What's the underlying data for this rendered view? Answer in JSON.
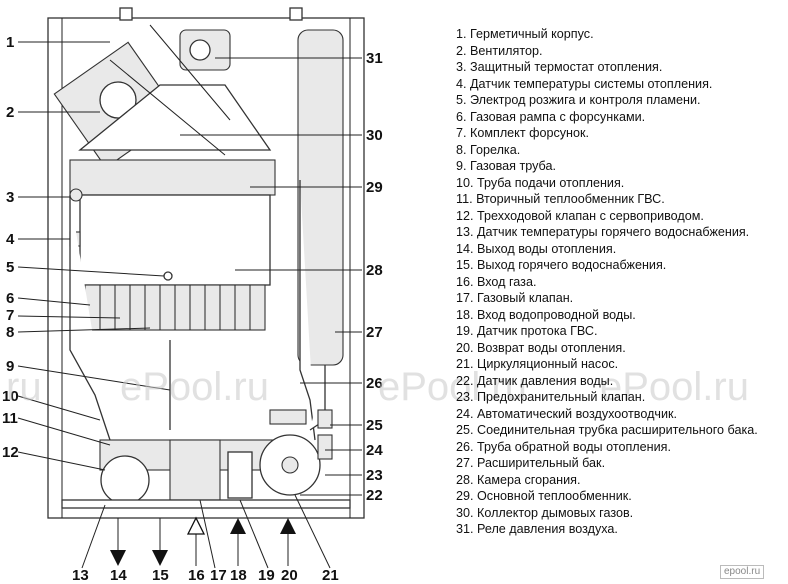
{
  "callouts": {
    "left": [
      "1",
      "2",
      "3",
      "4",
      "5",
      "6",
      "7",
      "8",
      "9",
      "10",
      "11",
      "12"
    ],
    "right": [
      "31",
      "30",
      "29",
      "28",
      "27",
      "26",
      "25",
      "24",
      "23",
      "22"
    ],
    "bottom": [
      "13",
      "14",
      "15",
      "16",
      "17",
      "18",
      "19",
      "20",
      "21"
    ]
  },
  "legend": [
    "1. Герметичный корпус.",
    "2. Вентилятор.",
    "3. Защитный термостат отопления.",
    "4. Датчик температуры системы отопления.",
    "5. Электрод розжига и контроля пламени.",
    "6. Газовая рампа с форсунками.",
    "7. Комплект форсунок.",
    "8. Горелка.",
    "9. Газовая труба.",
    "10. Труба подачи отопления.",
    "11. Вторичный теплообменник ГВС.",
    "12. Трехходовой клапан с сервоприводом.",
    "13. Датчик температуры горячего водоснабжения.",
    "14. Выход воды отопления.",
    "15. Выход горячего водоснабжения.",
    "16. Вход газа.",
    "17. Газовый клапан.",
    "18. Вход водопроводной воды.",
    "19. Датчик протока ГВС.",
    "20. Возврат воды отопления.",
    "21. Циркуляционный насос.",
    "22. Датчик давления воды.",
    "23. Предохранительный клапан.",
    "24. Автоматический воздухоотводчик.",
    "25. Соединительная трубка расширительного бака.",
    "26. Труба обратной воды отопления.",
    "27. Расширительный бак.",
    "28. Камера сгорания.",
    "29. Основной теплообменник.",
    "30. Коллектор дымовых газов.",
    "31. Реле давления воздуха."
  ],
  "watermarks": [
    "ru",
    "ePool.ru",
    "ePool.ru",
    "ePool.ru"
  ],
  "logo": "epool.ru"
}
